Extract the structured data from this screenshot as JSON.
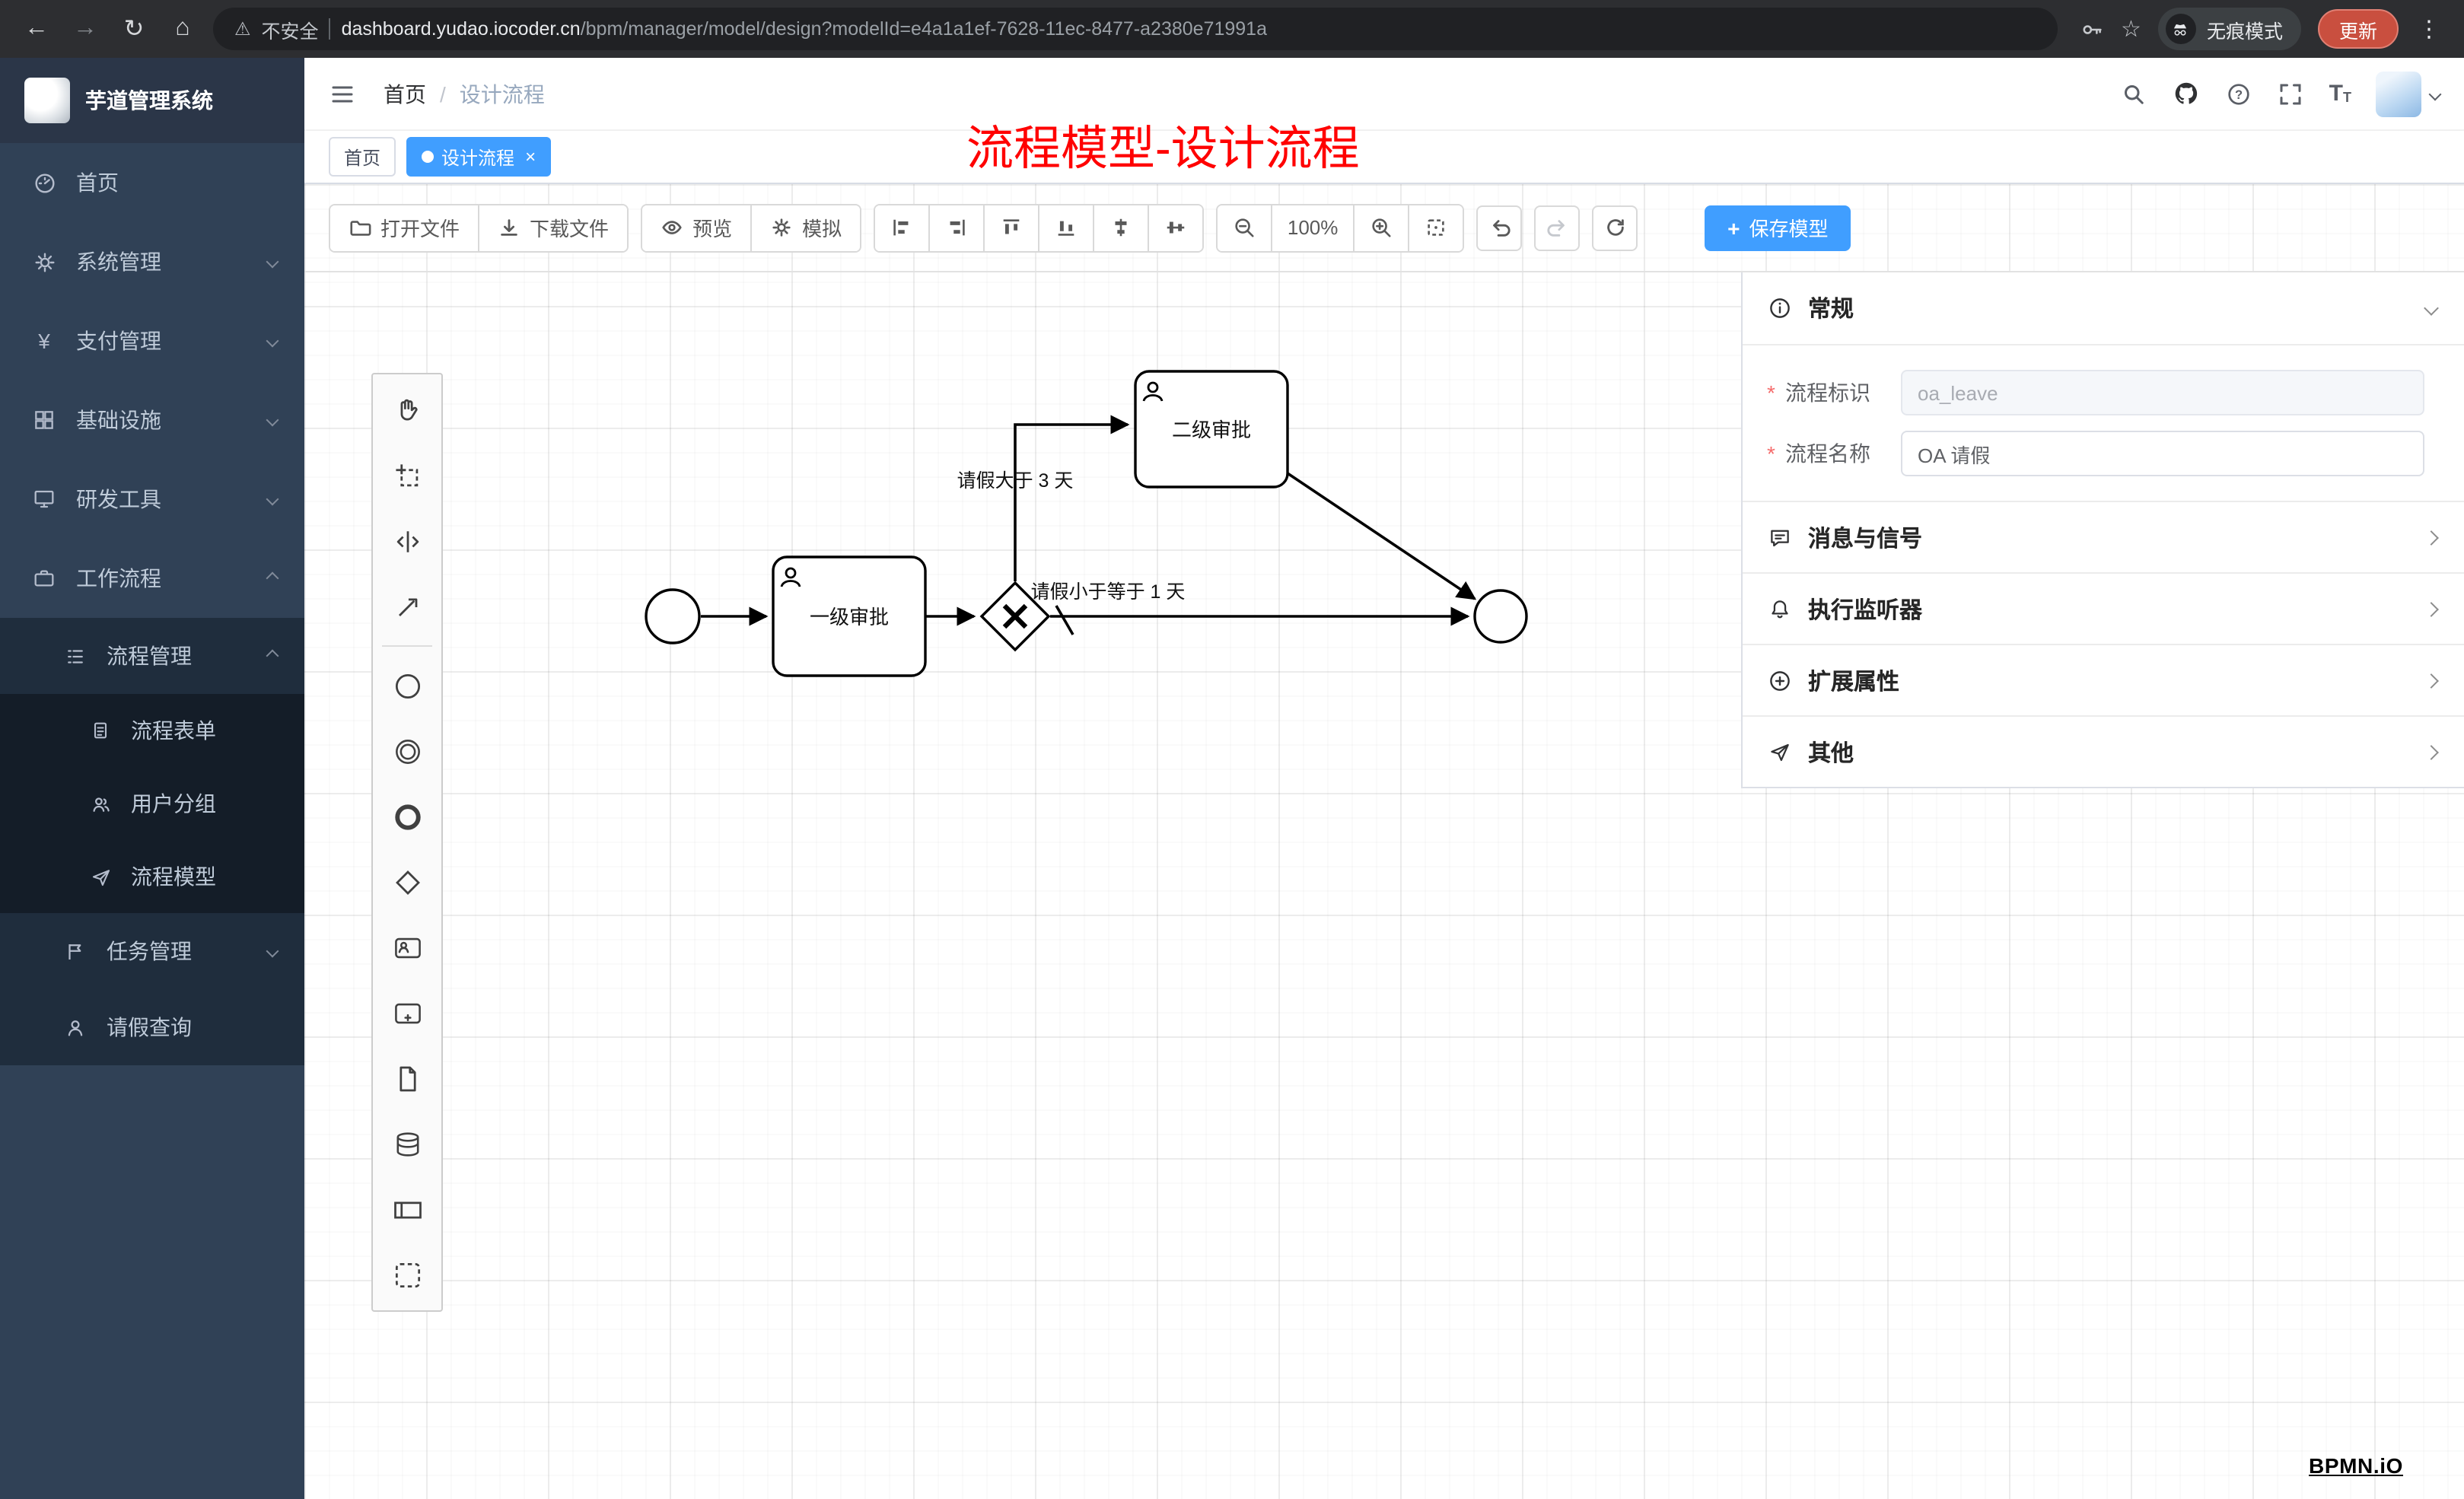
{
  "browser": {
    "security_label": "不安全",
    "url_domain": "dashboard.yudao.iocoder.cn",
    "url_path": "/bpm/manager/model/design?modelId=e4a1a1ef-7628-11ec-8477-a2380e71991a",
    "incognito_label": "无痕模式",
    "update_label": "更新"
  },
  "sidebar": {
    "app_title": "芋道管理系统",
    "items": [
      {
        "label": "首页"
      },
      {
        "label": "系统管理"
      },
      {
        "label": "支付管理"
      },
      {
        "label": "基础设施"
      },
      {
        "label": "研发工具"
      },
      {
        "label": "工作流程"
      }
    ],
    "workflow_submenu": [
      {
        "label": "流程管理"
      },
      {
        "label": "流程表单"
      },
      {
        "label": "用户分组"
      },
      {
        "label": "流程模型"
      },
      {
        "label": "任务管理"
      },
      {
        "label": "请假查询"
      }
    ]
  },
  "header": {
    "breadcrumb_home": "首页",
    "breadcrumb_current": "设计流程",
    "annotation": "流程模型-设计流程"
  },
  "tabs": [
    {
      "label": "首页",
      "active": false
    },
    {
      "label": "设计流程",
      "active": true
    }
  ],
  "toolbar": {
    "open_file": "打开文件",
    "download_file": "下载文件",
    "preview": "预览",
    "simulate": "模拟",
    "zoom_level": "100%",
    "save_model": "保存模型"
  },
  "diagram": {
    "task1_label": "一级审批",
    "task2_label": "二级审批",
    "flow_label_over3": "请假大于 3 天",
    "flow_label_lte1": "请假小于等于 1 天"
  },
  "properties": {
    "sections": [
      {
        "title": "常规"
      },
      {
        "title": "消息与信号"
      },
      {
        "title": "执行监听器"
      },
      {
        "title": "扩展属性"
      },
      {
        "title": "其他"
      }
    ],
    "fields": [
      {
        "label": "流程标识",
        "value": "oa_leave",
        "disabled": true
      },
      {
        "label": "流程名称",
        "value": "OA 请假",
        "disabled": false
      }
    ]
  },
  "watermark": "BPMN.iO",
  "glyphs": {
    "back": "←",
    "forward": "→",
    "refresh": "↻",
    "home": "⌂",
    "warning": "⚠",
    "star": "☆",
    "menu_dots": "⋮",
    "breadcrumb_sep": "/",
    "tab_close": "×",
    "plus": "+",
    "required": "*",
    "question": "?",
    "font_size": "T"
  },
  "colors": {
    "accent_blue": "#409eff",
    "sidebar_bg": "#304156",
    "sidebar_sub_bg": "#1f2d3d",
    "annotation_red": "#ff0000",
    "update_red": "#c94f3f"
  }
}
